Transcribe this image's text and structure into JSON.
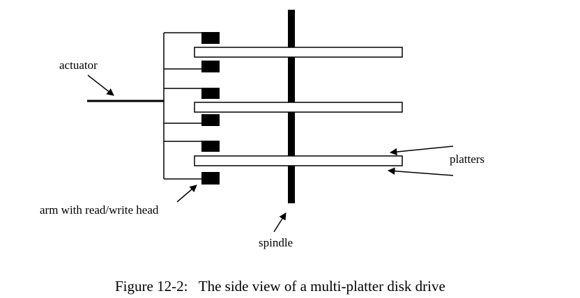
{
  "labels": {
    "actuator": "actuator",
    "arm": "arm with read/write head",
    "spindle": "spindle",
    "platters": "platters"
  },
  "caption": "Figure 12-2:   The side view of a multi-platter disk drive",
  "platter_count": 3,
  "head_count": 6
}
